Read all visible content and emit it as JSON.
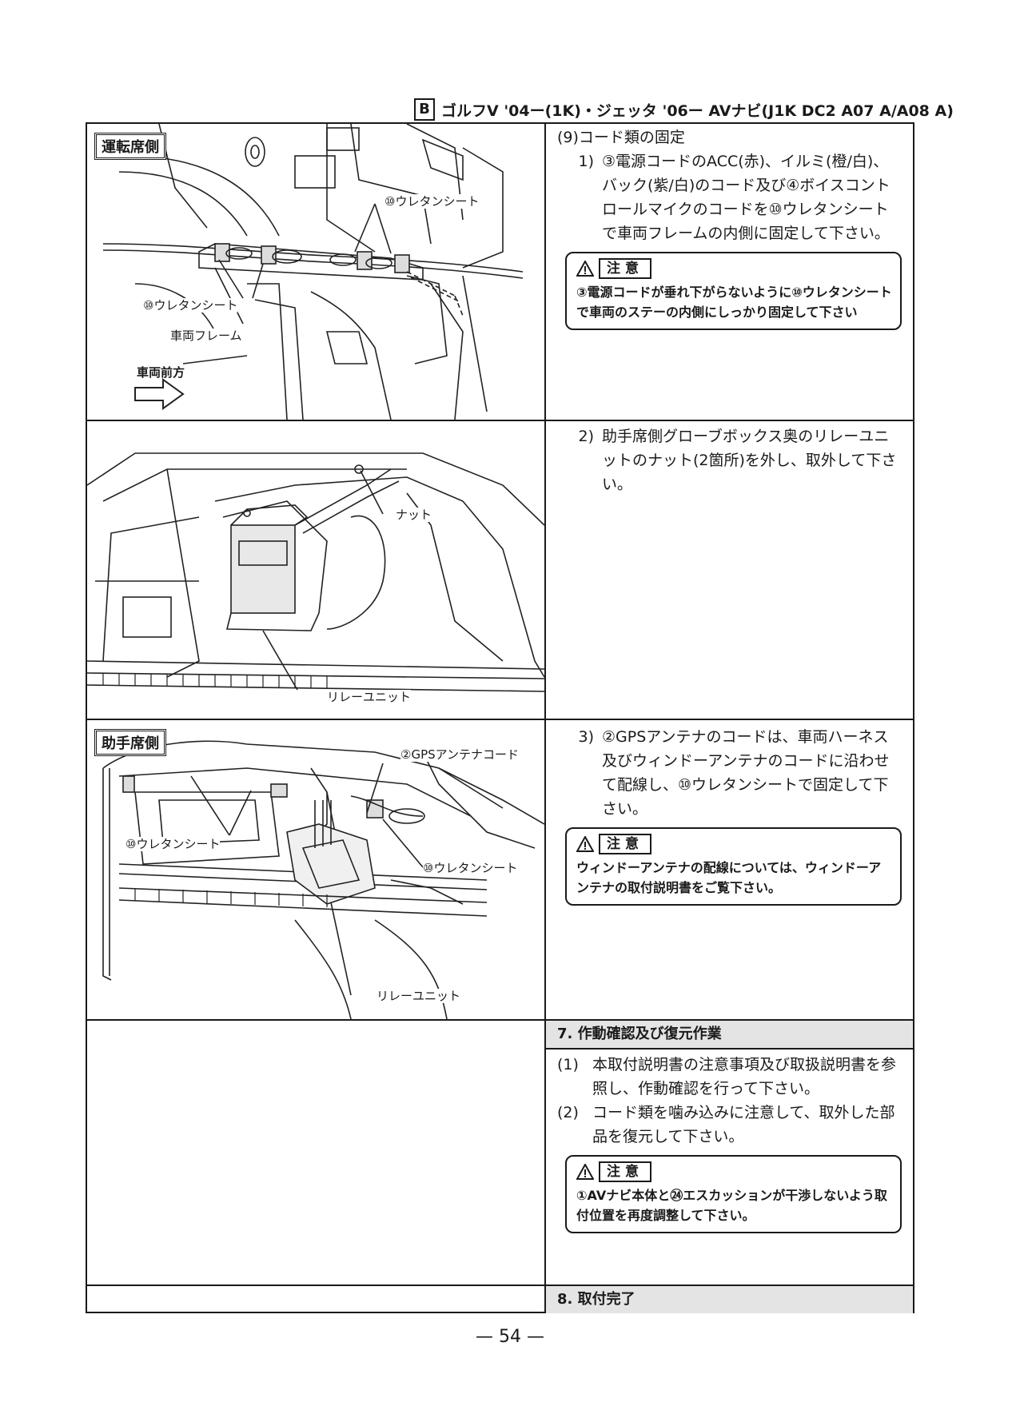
{
  "header": {
    "section_letter": "B",
    "title": "ゴルフV '04ー(1K)・ジェッタ '06ー AVナビ(J1K DC2 A07 A/A08 A)"
  },
  "row1": {
    "side_label": "運転席側",
    "labels": {
      "urethane_1": "⑩ウレタンシート",
      "urethane_2": "⑩ウレタンシート",
      "frame": "車両フレーム",
      "forward": "車両前方"
    },
    "step_title": "(9)コード類の固定",
    "item_num": "1)",
    "item_text": "③電源コードのACC(赤)、イルミ(橙/白)、バック(紫/白)のコード及び④ボイスコントロールマイクのコードを⑩ウレタンシートで車両フレームの内側に固定して下さい。",
    "caution_label": "注意",
    "caution_text": "③電源コードが垂れ下がらないように⑩ウレタンシートで車両のステーの内側にしっかり固定して下さい"
  },
  "row2": {
    "labels": {
      "nut": "ナット",
      "relay": "リレーユニット"
    },
    "item_num": "2)",
    "item_text": "助手席側グローブボックス奥のリレーユニットのナット(2箇所)を外し、取外して下さい。"
  },
  "row3": {
    "side_label": "助手席側",
    "labels": {
      "gps": "②GPSアンテナコード",
      "urethane_1": "⑩ウレタンシート",
      "urethane_2": "⑩ウレタンシート",
      "relay": "リレーユニット"
    },
    "item_num": "3)",
    "item_text": "②GPSアンテナのコードは、車両ハーネス及びウィンドーアンテナのコードに沿わせて配線し、⑩ウレタンシートで固定して下さい。",
    "caution_label": "注意",
    "caution_text": "ウィンドーアンテナの配線については、ウィンドーアンテナの取付説明書をご覧下さい。"
  },
  "row4": {
    "section_title": "7. 作動確認及び復元作業",
    "items": [
      {
        "num": "(1)",
        "text": "本取付説明書の注意事項及び取扱説明書を参照し、作動確認を行って下さい。"
      },
      {
        "num": "(2)",
        "text": "コード類を噛み込みに注意して、取外した部品を復元して下さい。"
      }
    ],
    "caution_label": "注意",
    "caution_text": "①AVナビ本体と㉔エスカッションが干渉しないよう取付位置を再度調整して下さい。"
  },
  "row5": {
    "section_title": "8. 取付完了"
  },
  "footer": {
    "page_number": "— 54 —"
  }
}
